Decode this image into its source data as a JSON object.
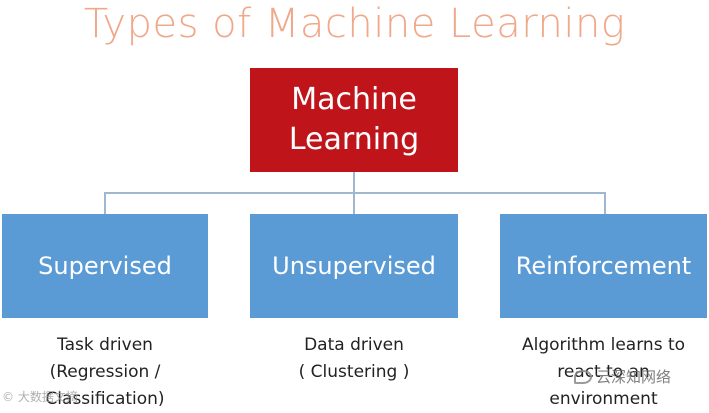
{
  "title": "Types of Machine Learning",
  "root": {
    "line1": "Machine",
    "line2": "Learning"
  },
  "categories": [
    {
      "label": "Supervised",
      "desc": [
        "Task driven",
        "(Regression /",
        "Classification)"
      ]
    },
    {
      "label": "Unsupervised",
      "desc": [
        "Data driven",
        "( Clustering )"
      ]
    },
    {
      "label": "Reinforcement",
      "desc": [
        "Algorithm learns to",
        "react to an",
        "environment"
      ]
    }
  ],
  "watermarks": {
    "left": "© 大数据文摘",
    "right": "云深知网络"
  },
  "colors": {
    "title": "#f0a88a",
    "root_fill": "#c0141b",
    "child_fill": "#5b9bd5",
    "connector": "#9fb8cf"
  }
}
